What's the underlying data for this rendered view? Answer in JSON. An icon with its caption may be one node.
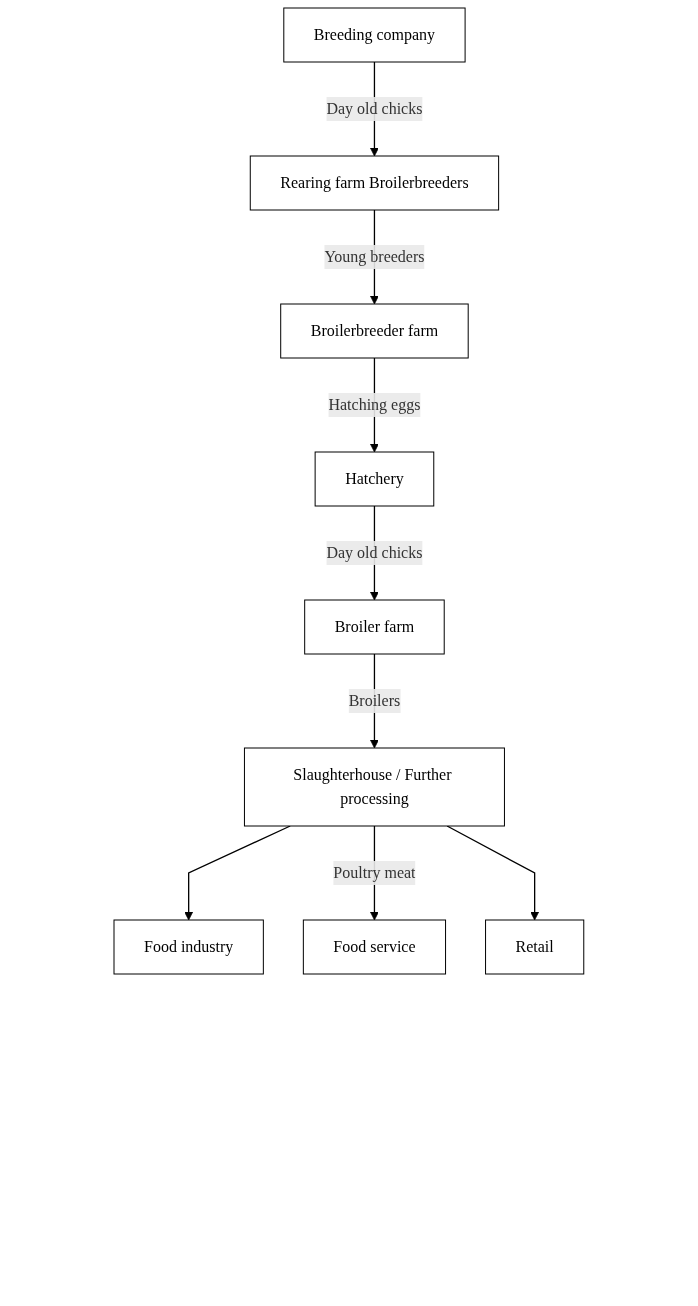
{
  "diagram": {
    "nodes": [
      {
        "text": [
          "Breeding company"
        ]
      },
      {
        "text": [
          "Rearing farm Broilerbreeders"
        ]
      },
      {
        "text": [
          "Broilerbreeder farm"
        ]
      },
      {
        "text": [
          "Hatchery"
        ]
      },
      {
        "text": [
          "Broiler farm"
        ]
      },
      {
        "text": [
          "Slaughterhouse / Further processing"
        ]
      },
      {
        "text": [
          "Food industry"
        ]
      },
      {
        "text": [
          "Food service"
        ]
      },
      {
        "text": [
          "Retail"
        ]
      }
    ],
    "edges": [
      {
        "from": 0,
        "to": 1,
        "arrow": "to",
        "label": "Day old chicks"
      },
      {
        "from": 1,
        "to": 2,
        "arrow": "to",
        "label": "Young breeders"
      },
      {
        "from": 2,
        "to": 3,
        "arrow": "to",
        "label": "Hatching eggs"
      },
      {
        "from": 3,
        "to": 4,
        "arrow": "to",
        "label": "Day old chicks"
      },
      {
        "from": 4,
        "to": 5,
        "arrow": "to",
        "label": "Broilers"
      },
      {
        "from": 5,
        "to": 6,
        "arrow": "to"
      },
      {
        "from": 5,
        "to": 7,
        "arrow": "to",
        "label": "Poultry meat"
      },
      {
        "from": 5,
        "to": 8,
        "arrow": "to"
      }
    ]
  }
}
